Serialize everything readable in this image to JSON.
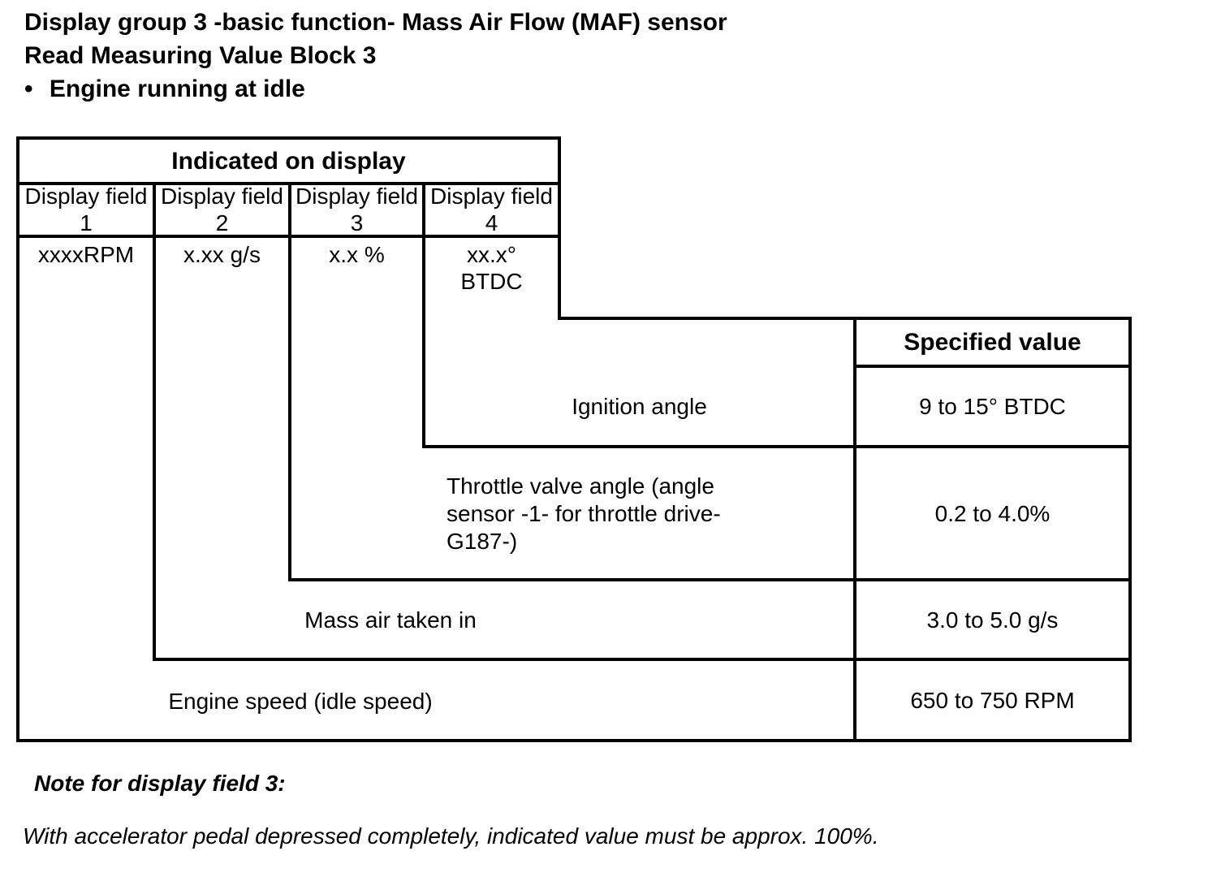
{
  "page": {
    "title_line1": "Display group 3 -basic function- Mass Air Flow (MAF) sensor",
    "title_line2": "Read Measuring Value Block 3",
    "bullet": "•",
    "bullet_text": "Engine running at idle",
    "note_heading": "Note for display field 3:",
    "note_body": "With accelerator pedal depressed completely, indicated value must be approx. 100%."
  },
  "table": {
    "indicated_header": "Indicated on display",
    "specified_header": "Specified value",
    "display_fields": [
      {
        "label": "Display field",
        "number": "1",
        "format": "xxxxRPM"
      },
      {
        "label": "Display field",
        "number": "2",
        "format": "x.xx g/s"
      },
      {
        "label": "Display field",
        "number": "3",
        "format": "x.x %"
      },
      {
        "label": "Display field",
        "number": "4",
        "format": "xx.x°",
        "format_line2": "BTDC"
      }
    ],
    "rows": [
      {
        "description": "Ignition angle",
        "specified_value": "9 to 15° BTDC"
      },
      {
        "description_lines": [
          "Throttle valve angle (angle",
          "sensor -1- for throttle drive-",
          "G187-)"
        ],
        "specified_value": "0.2 to 4.0%"
      },
      {
        "description": "Mass air taken in",
        "specified_value": "3.0 to 5.0 g/s"
      },
      {
        "description": "Engine speed (idle speed)",
        "specified_value": "650 to 750 RPM"
      }
    ]
  },
  "colors": {
    "ink": "#000000",
    "paper": "#ffffff"
  }
}
